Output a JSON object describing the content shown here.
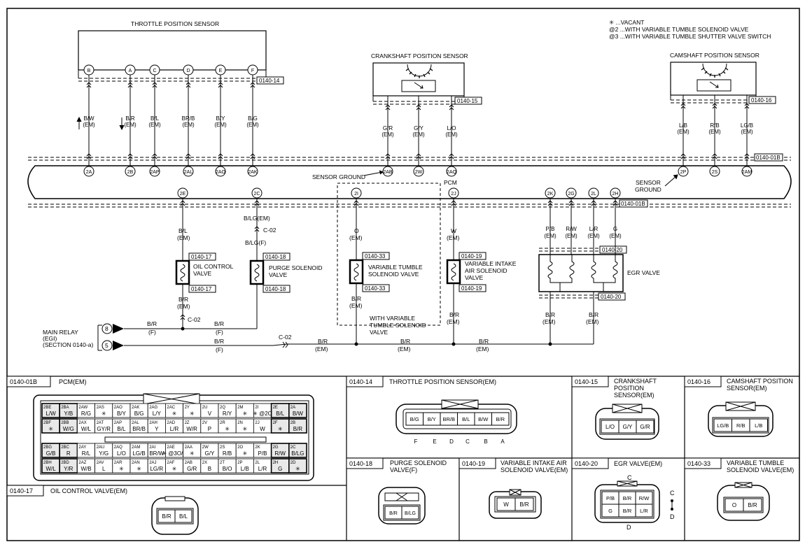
{
  "legend": {
    "line1": "✳ ...VACANT",
    "line2": "@2 ...WITH VARIABLE TUMBLE SOLENOID VALVE",
    "line3": "@3 ...WITH VARIABLE TUMBLE SHUTTER VALVE SWITCH"
  },
  "tps": {
    "title": "THROTTLE POSITION SENSOR",
    "ref": "0140-14",
    "pins": [
      "B",
      "A",
      "C",
      "D",
      "E",
      "F"
    ],
    "wires": [
      [
        "B/W",
        "(EM)"
      ],
      [
        "B/R",
        "(EM)"
      ],
      [
        "B/L",
        "(EM)"
      ],
      [
        "BR/B",
        "(EM)"
      ],
      [
        "B/Y",
        "(EM)"
      ],
      [
        "B/G",
        "(EM)"
      ]
    ],
    "pcm_pins": [
      "2A",
      "2B",
      "2AP",
      "2AL",
      "2AO",
      "2AK"
    ]
  },
  "ckp": {
    "title": "CRANKSHAFT POSITION SENSOR",
    "ref": "0140-15",
    "wires": [
      [
        "G/R",
        "(EM)"
      ],
      [
        "G/Y",
        "(EM)"
      ],
      [
        "L/O",
        "(EM)"
      ]
    ],
    "pcm_pins": [
      "2AB",
      "2W",
      "2AQ"
    ]
  },
  "cmp": {
    "title": "CAMSHAFT POSITION SENSOR",
    "ref": "0140-16",
    "wires": [
      [
        "L/B",
        "(EM)"
      ],
      [
        "R/B",
        "(EM)"
      ],
      [
        "LG/B",
        "(EM)"
      ]
    ],
    "pcm_pins": [
      "2P",
      "2S",
      "2AM"
    ]
  },
  "pcm": {
    "ref_top": "0140-01B",
    "ref_bottom": "0140-01B",
    "label": "PCM",
    "sensor_ground": "SENSOR GROUND",
    "sensor_ground_2_a": "SENSOR",
    "sensor_ground_2_b": "GROUND",
    "bottom_pins": [
      "2E",
      "2C",
      "2I",
      "2J",
      "2K",
      "2G",
      "2L",
      "2H"
    ]
  },
  "ocv": {
    "wire": [
      "B/L",
      "(EM)"
    ],
    "ref1": "0140-17",
    "ref2": "0140-17",
    "name1": "OIL CONTROL",
    "name2": "VALVE",
    "wire2": [
      "B/R",
      "(EM)"
    ],
    "conn": "C-02"
  },
  "purge": {
    "wire_a": "B/LG(EM)",
    "conn": "C-02",
    "wire_b": "B/LG(F)",
    "ref1": "0140-18",
    "ref2": "0140-18",
    "name1": "PURGE SOLENOID",
    "name2": "VALVE"
  },
  "vtcs": {
    "wire": [
      "O",
      "(EM)"
    ],
    "ref1": "0140-33",
    "ref2": "0140-33",
    "name1": "VARIABLE TUMBLE",
    "name2": "SOLENOID VALVE",
    "wire2": [
      "B/R",
      "(EM)"
    ],
    "note1": "WITH VARIABLE",
    "note2": "TUMBLE SOLENOID",
    "note3": "VALVE"
  },
  "vis": {
    "wire": [
      "W",
      "(EM)"
    ],
    "ref1": "0140-19",
    "ref2": "0140-19",
    "name1": "VARIABLE INTAKE",
    "name2": "AIR SOLENOID",
    "name3": "VALVE",
    "wire2": [
      "B/R",
      "(EM)"
    ]
  },
  "egr": {
    "wires": [
      [
        "P/B",
        "(EM)"
      ],
      [
        "R/W",
        "(EM)"
      ],
      [
        "L/R",
        "(EM)"
      ],
      [
        "G",
        "(EM)"
      ]
    ],
    "ref1": "0140-20",
    "ref2": "0140-20",
    "name": "EGR VALVE",
    "out1": [
      "B/R",
      "(EM)"
    ],
    "out2": [
      "B/R",
      "(EM)"
    ]
  },
  "main_relay": {
    "l1": "MAIN RELAY",
    "l2": "(EGI)",
    "l3": "(SECTION 0140-a)",
    "pin8": "8",
    "pin5": "5",
    "w1": [
      "B/R",
      "(F)"
    ],
    "w2": [
      "B/R",
      "(F)"
    ],
    "w3": [
      "B/R",
      "(F)"
    ],
    "conn": "C-02",
    "w4": [
      "B/R",
      "(EM)"
    ],
    "w5": [
      "B/R",
      "(EM)"
    ],
    "w6": [
      "B/R",
      "(EM)"
    ]
  },
  "panels": {
    "pcm": {
      "ref": "0140-01B",
      "title": "PCM(EM)",
      "rows": [
        [
          [
            "2BE",
            "L/W"
          ],
          [
            "2BA",
            "Y/B"
          ],
          [
            "2AW",
            "R/G"
          ],
          [
            "2AS",
            "✳"
          ],
          [
            "2AO",
            "B/Y"
          ],
          [
            "2AK",
            "B/G"
          ],
          [
            "2AG",
            "L/Y"
          ],
          [
            "2AC",
            "✳"
          ],
          [
            "2Y",
            "✳"
          ],
          [
            "2U",
            "V"
          ],
          [
            "2Q",
            "R/Y"
          ],
          [
            "2M",
            "✳"
          ],
          [
            "2I",
            "✳ @2O"
          ],
          [
            "2E",
            "B/L"
          ],
          [
            "2A",
            "B/W"
          ]
        ],
        [
          [
            "2BF",
            "✳"
          ],
          [
            "2BB",
            "W/G"
          ],
          [
            "2AX",
            "W/L"
          ],
          [
            "2AT",
            "GY/R"
          ],
          [
            "2AP",
            "B/L"
          ],
          [
            "2AL",
            "BR/B"
          ],
          [
            "2AH",
            "Y"
          ],
          [
            "2AD",
            "L/R"
          ],
          [
            "2Z",
            "W/R"
          ],
          [
            "2V",
            "P"
          ],
          [
            "2R",
            "✳"
          ],
          [
            "2N",
            "✳"
          ],
          [
            "2J",
            "W"
          ],
          [
            "2F",
            "✳"
          ],
          [
            "2B",
            "B/R"
          ]
        ],
        [
          [
            "2BG",
            "G/B"
          ],
          [
            "2BC",
            "R"
          ],
          [
            "2AY",
            "R/L"
          ],
          [
            "2AU",
            "Y/G"
          ],
          [
            "2AQ",
            "L/O"
          ],
          [
            "2AM",
            "LG/B"
          ],
          [
            "2AI",
            "BR/W"
          ],
          [
            "2AE",
            "✳ @3O/B"
          ],
          [
            "2AA",
            "✳"
          ],
          [
            "2W",
            "G/Y"
          ],
          [
            "2S",
            "R/B"
          ],
          [
            "2O",
            "✳"
          ],
          [
            "2K",
            "P/B"
          ],
          [
            "2G",
            "R/W"
          ],
          [
            "2C",
            "B/LG"
          ]
        ],
        [
          [
            "2BH",
            "W/L"
          ],
          [
            "2BD",
            "Y/R"
          ],
          [
            "2AZ",
            "W/B"
          ],
          [
            "2AV",
            "L"
          ],
          [
            "2AR",
            "✳"
          ],
          [
            "2AN",
            "✳"
          ],
          [
            "2AJ",
            "LG/R"
          ],
          [
            "2AF",
            "✳"
          ],
          [
            "2AB",
            "G/R"
          ],
          [
            "2X",
            "B"
          ],
          [
            "2T",
            "B/O"
          ],
          [
            "2P",
            "L/B"
          ],
          [
            "2L",
            "L/R"
          ],
          [
            "2H",
            "G"
          ],
          [
            "2D",
            "✳"
          ]
        ]
      ]
    },
    "tps": {
      "ref": "0140-14",
      "title": "THROTTLE POSITION SENSOR(EM)",
      "cells": [
        "B/G",
        "B/Y",
        "BR/B",
        "B/L",
        "B/W",
        "B/R"
      ],
      "letters": [
        "F",
        "E",
        "D",
        "C",
        "B",
        "A"
      ]
    },
    "ckp": {
      "ref": "0140-15",
      "t1": "CRANKSHAFT",
      "t2": "POSITION",
      "t3": "SENSOR(EM)",
      "cells": [
        "L/O",
        "G/Y",
        "G/R"
      ]
    },
    "cmp": {
      "ref": "0140-16",
      "t1": "CAMSHAFT POSITION",
      "t2": "SENSOR(EM)",
      "cells": [
        "LG/B",
        "R/B",
        "L/B"
      ]
    },
    "ocv": {
      "ref": "0140-17",
      "title": "OIL CONTROL VALVE(EM)",
      "cells": [
        "B/R",
        "B/L"
      ]
    },
    "purge": {
      "ref": "0140-18",
      "t1": "PURGE SOLENOID",
      "t2": "VALVE(F)",
      "cells": [
        "B/R",
        "B/LG"
      ]
    },
    "vis": {
      "ref": "0140-19",
      "t1": "VARIABLE INTAKE AIR",
      "t2": "SOLENOID VALVE(EM)",
      "cells": [
        "W",
        "B/R"
      ]
    },
    "egr": {
      "ref": "0140-20",
      "title": "EGR VALVE(EM)",
      "cells": [
        "P/B",
        "B/R",
        "R/W",
        "G",
        "B/R",
        "L/R"
      ],
      "c": "C",
      "d": "D",
      "c2": "C",
      "d2": "D"
    },
    "vtcs": {
      "ref": "0140-33",
      "t1": "VARIABLE TUMBLE",
      "t2": "SOLENOID VALVE(EM)",
      "cells": [
        "O",
        "B/R"
      ]
    }
  }
}
